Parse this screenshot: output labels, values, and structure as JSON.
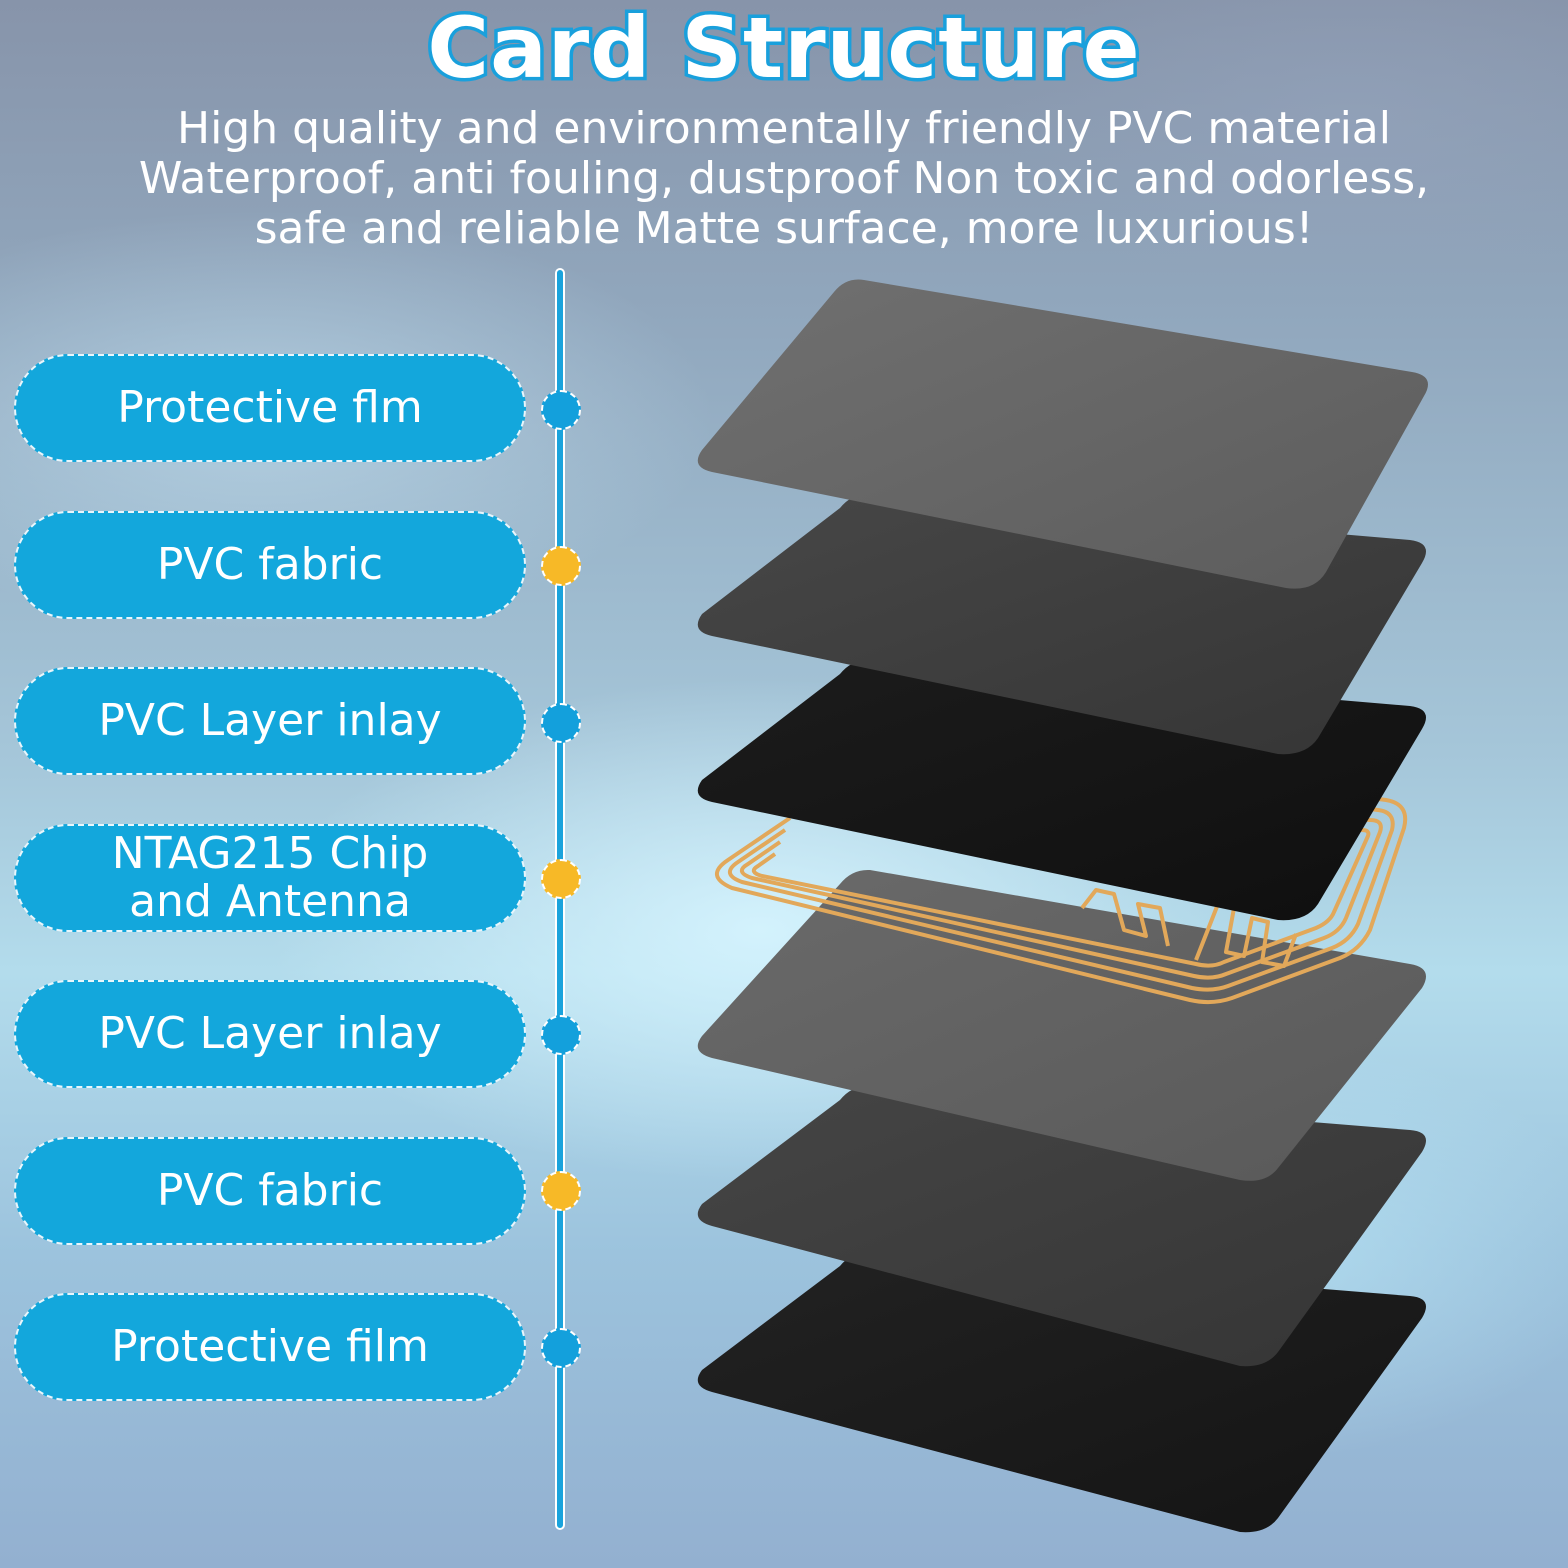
{
  "title": "Card Structure",
  "subtitle": {
    "lines": [
      "High quality and environmentally friendly PVC material",
      "Waterproof, anti fouling, dustproof Non toxic and odorless,",
      "safe and reliable Matte surface, more luxurious!"
    ]
  },
  "layers": [
    {
      "label": "Protective flm",
      "dot_color": "blue"
    },
    {
      "label": "PVC fabric",
      "dot_color": "gold"
    },
    {
      "label": "PVC Layer inlay",
      "dot_color": "blue"
    },
    {
      "label_line1": "NTAG215 Chip",
      "label_line2": "and Antenna",
      "dot_color": "gold"
    },
    {
      "label": "PVC Layer inlay",
      "dot_color": "blue"
    },
    {
      "label": "PVC fabric",
      "dot_color": "gold"
    },
    {
      "label": "Protective film",
      "dot_color": "blue"
    }
  ],
  "colors": {
    "pill_blue": "#13a7dc",
    "dot_blue": "#13a0dc",
    "dot_gold": "#f7b927",
    "antenna_gold": "#e2a85a",
    "layer_1": "#666666",
    "layer_2": "#3f3f3f",
    "layer_3": "#161616",
    "layer_5": "#636363",
    "layer_6": "#3d3d3d",
    "layer_7": "#1b1b1b"
  }
}
